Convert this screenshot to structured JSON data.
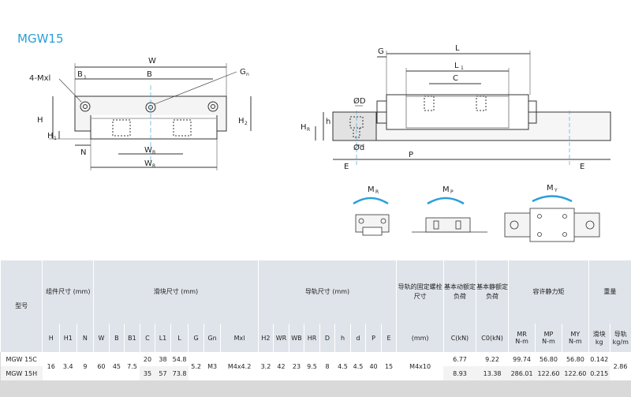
{
  "title": "MGW15",
  "front_view": {
    "labels": {
      "W": "W",
      "B1": "B",
      "B": "B",
      "mxl": "4-Mxl",
      "Gn": "G",
      "H": "H",
      "H1": "H",
      "H2": "H",
      "N": "N",
      "WB": "W",
      "WR": "W"
    },
    "subs": {
      "B1": "1",
      "Gn": "n",
      "H1": "1",
      "H2": "2",
      "WB": "B",
      "WR": "R"
    }
  },
  "side_view": {
    "labels": {
      "G": "G",
      "L": "L",
      "L1": "L",
      "C": "C",
      "phiD": "ØD",
      "phid": "Ød",
      "h": "h",
      "HR": "H",
      "E": "E",
      "P": "P",
      "E2": "E"
    },
    "subs": {
      "L1": "1",
      "HR": "R"
    }
  },
  "moments": [
    {
      "label": "M",
      "sub": "R"
    },
    {
      "label": "M",
      "sub": "P"
    },
    {
      "label": "M",
      "sub": "Y"
    }
  ],
  "table": {
    "model_header": "型号",
    "group_headers": {
      "assembly": "组件尺寸 (mm)",
      "block": "滑块尺寸 (mm)",
      "rail": "导轨尺寸 (mm)",
      "rail_bolt": "导轨的固定螺栓尺寸",
      "dynamic": "基本动额定负荷",
      "static": "基本静额定负荷",
      "moment": "容许静力矩",
      "weight": "重量"
    },
    "weight_sub": {
      "block": "滑块",
      "rail": "导轨"
    },
    "col_headers": [
      "H",
      "H1",
      "N",
      "W",
      "B",
      "B1",
      "C",
      "L1",
      "L",
      "G",
      "Gn",
      "Mxl",
      "H2",
      "WR",
      "WB",
      "HR",
      "D",
      "h",
      "d",
      "P",
      "E",
      "(mm)",
      "C(kN)",
      "C0(kN)",
      "MR",
      "MP",
      "MY",
      "kg",
      "kg/m"
    ],
    "moment_units": [
      "N-m",
      "N-m",
      "N-m"
    ],
    "rows": [
      {
        "model": "MGW 15C",
        "H": "16",
        "H1": "3.4",
        "N": "9",
        "W": "60",
        "B": "45",
        "B1": "7.5",
        "C": "20",
        "L1": "38",
        "L": "54.8",
        "G": "5.2",
        "Gn": "M3",
        "Mxl": "M4x4.2",
        "H2": "3.2",
        "WR": "42",
        "WB": "23",
        "HR": "9.5",
        "D": "8",
        "h": "4.5",
        "d": "4.5",
        "P": "40",
        "E": "15",
        "bolt": "M4x10",
        "Cdyn": "6.77",
        "C0": "9.22",
        "MR": "99.74",
        "MP": "56.80",
        "MY": "56.80",
        "kg": "0.142",
        "kgm": "2.86"
      },
      {
        "model": "MGW 15H",
        "C": "35",
        "L1": "57",
        "L": "73.8",
        "Cdyn": "8.93",
        "C0": "13.38",
        "MR": "286.01",
        "MP": "122.60",
        "MY": "122.60",
        "kg": "0.215"
      }
    ]
  }
}
